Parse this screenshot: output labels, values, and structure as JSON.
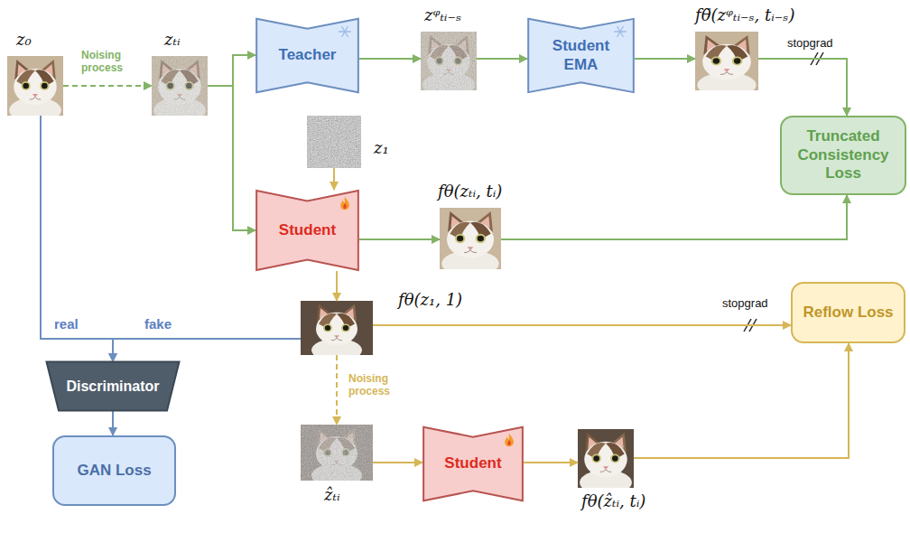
{
  "diagram": {
    "nodes": [
      {
        "text": [
          "z₀"
        ]
      },
      {
        "text": [
          "zₜᵢ"
        ]
      },
      {
        "text": [
          "Teacher"
        ]
      },
      {
        "text": [
          "zᵠₜᵢ₋ₛ"
        ]
      },
      {
        "text": [
          "Student EMA"
        ]
      },
      {
        "text": [
          "fθ̃(zᵠₜᵢ₋ₛ, tᵢ₋ₛ)"
        ]
      },
      {
        "text": [
          "z₁"
        ]
      },
      {
        "text": [
          "Student"
        ]
      },
      {
        "text": [
          "fθ(zₜᵢ, tᵢ)"
        ]
      },
      {
        "text": [
          "Truncated Consistency Loss"
        ]
      },
      {
        "text": [
          "fθ(z₁, 1)"
        ]
      },
      {
        "text": [
          "Reflow Loss"
        ]
      },
      {
        "text": [
          "Discriminator"
        ]
      },
      {
        "text": [
          "GAN Loss"
        ]
      },
      {
        "text": [
          "ẑₜᵢ"
        ]
      },
      {
        "text": [
          "Student"
        ]
      },
      {
        "text": [
          "fθ(ẑₜᵢ, tᵢ)"
        ]
      }
    ],
    "edges": [
      {
        "from": 0,
        "to": 1,
        "label": "Noising process",
        "arrow": "to"
      },
      {
        "from": 1,
        "to": 2,
        "arrow": "to"
      },
      {
        "from": 1,
        "to": 7,
        "arrow": "to"
      },
      {
        "from": 2,
        "to": 3,
        "arrow": "to"
      },
      {
        "from": 3,
        "to": 4,
        "arrow": "to"
      },
      {
        "from": 4,
        "to": 5,
        "arrow": "to"
      },
      {
        "from": 5,
        "to": 9,
        "label": "stopgrad",
        "arrow": "to"
      },
      {
        "from": 6,
        "to": 7,
        "arrow": "to"
      },
      {
        "from": 7,
        "to": 8,
        "arrow": "to"
      },
      {
        "from": 8,
        "to": 9,
        "arrow": "to"
      },
      {
        "from": 7,
        "to": 10,
        "arrow": "to"
      },
      {
        "from": 10,
        "to": 11,
        "label": "stopgrad",
        "arrow": "to"
      },
      {
        "from": 10,
        "to": 14,
        "label": "Noising process",
        "arrow": "to"
      },
      {
        "from": 14,
        "to": 15,
        "arrow": "to"
      },
      {
        "from": 15,
        "to": 16,
        "arrow": "to"
      },
      {
        "from": 16,
        "to": 11,
        "arrow": "to"
      },
      {
        "from": 0,
        "to": 12,
        "label": "real",
        "arrow": "to"
      },
      {
        "from": 10,
        "to": 12,
        "label": "fake",
        "arrow": "to"
      },
      {
        "from": 12,
        "to": 13,
        "arrow": "to"
      }
    ]
  }
}
